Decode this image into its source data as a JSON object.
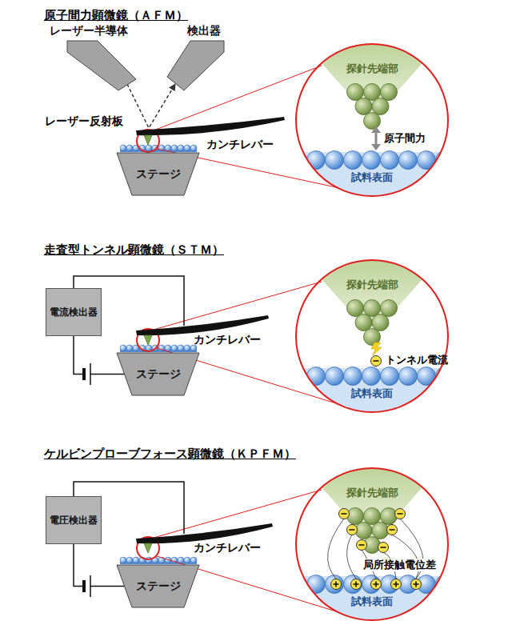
{
  "diagram": {
    "nodes": [
      {
        "text": [
          "レーザー半導体"
        ]
      },
      {
        "text": [
          "検出器"
        ]
      },
      {
        "text": [
          "ステージ"
        ]
      },
      {
        "text": [
          "電流検出器"
        ]
      },
      {
        "text": [
          "ステージ"
        ]
      },
      {
        "text": [
          "電圧検出器"
        ]
      },
      {
        "text": [
          "ステージ"
        ]
      }
    ],
    "edges": [
      {
        "from": 0,
        "to": 1,
        "arrow": "to"
      },
      {
        "from": 3,
        "to": 4,
        "arrow": "none"
      },
      {
        "from": 5,
        "to": 6,
        "arrow": "none"
      }
    ],
    "labels": [
      "原子間力顕微鏡（ＡＦＭ）",
      "レーザー反射板",
      "カンチレバー",
      "探針先端部",
      "原子間力",
      "試料表面",
      "走査型トンネル顕微鏡（ＳＴＭ）",
      "カンチレバー",
      "探針先端部",
      "トンネル電流",
      "試料表面",
      "ケルビンプローブフォース顕微鏡（ＫＰＦＭ）",
      "カンチレバー",
      "探針先端部",
      "局所接触電位差",
      "試料表面"
    ]
  }
}
